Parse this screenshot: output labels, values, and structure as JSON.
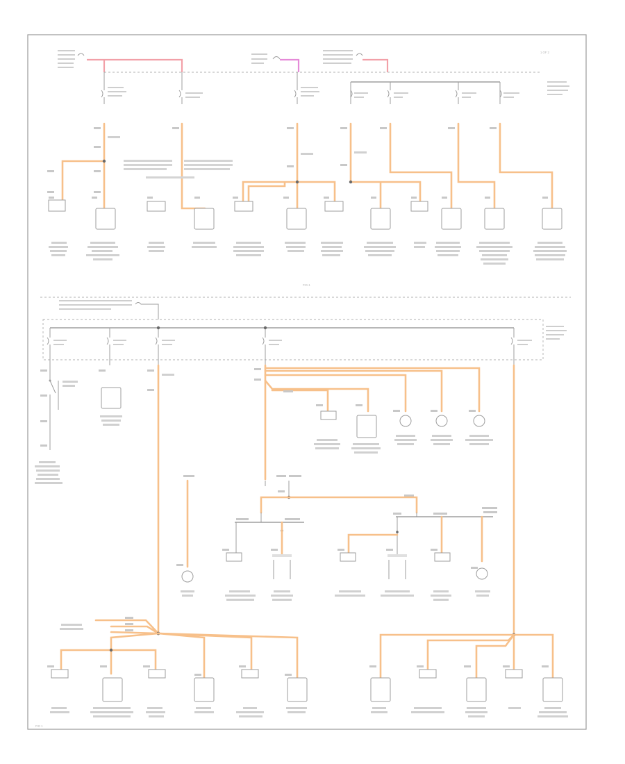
{
  "diagram": {
    "corner_label": "1 OF 2",
    "figure_id": "FIG 1",
    "page_ref": "FIG-1"
  }
}
